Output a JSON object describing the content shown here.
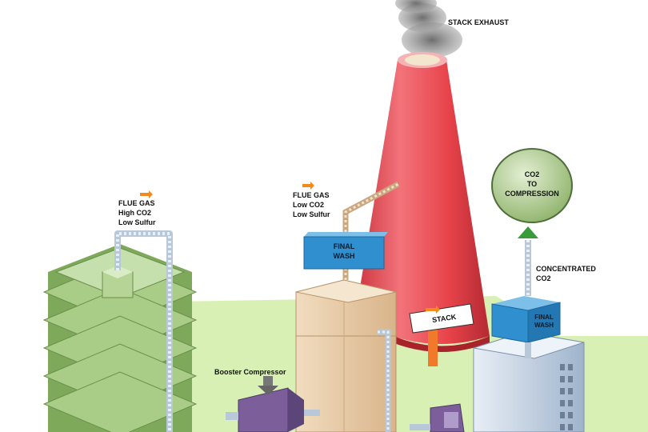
{
  "labels": {
    "stack_exhaust": "STACK EXHAUST",
    "flue_gas_left": {
      "line1": "FLUE GAS",
      "line2": "High CO2",
      "line3": "Low Sulfur"
    },
    "flue_gas_mid": {
      "line1": "FLUE GAS",
      "line2": "Low CO2",
      "line3": "Low Sulfur"
    },
    "final_wash_left": {
      "line1": "FINAL",
      "line2": "WASH"
    },
    "final_wash_right": {
      "line1": "FINAL",
      "line2": "WASH"
    },
    "co2_to_compression": {
      "line1": "CO2",
      "line2": "TO",
      "line3": "COMPRESSION"
    },
    "concentrated_co2": {
      "line1": "CONCENTRATED",
      "line2": "CO2"
    },
    "stack_sign": "STACK",
    "booster_compressor": "Booster Compressor"
  },
  "colors": {
    "stack": "#e8434a",
    "ground": "#d9f0b5",
    "wash_box": "#2f8fcf",
    "green_building": "#9cc27a",
    "tan_tower": "#e8c9a3",
    "compressor": "#7b5e9a",
    "sign_post": "#f07a2a",
    "sphere": "#b9d59a",
    "arrow_orange": "#f28a1e",
    "arrow_green": "#3a9b3a"
  }
}
